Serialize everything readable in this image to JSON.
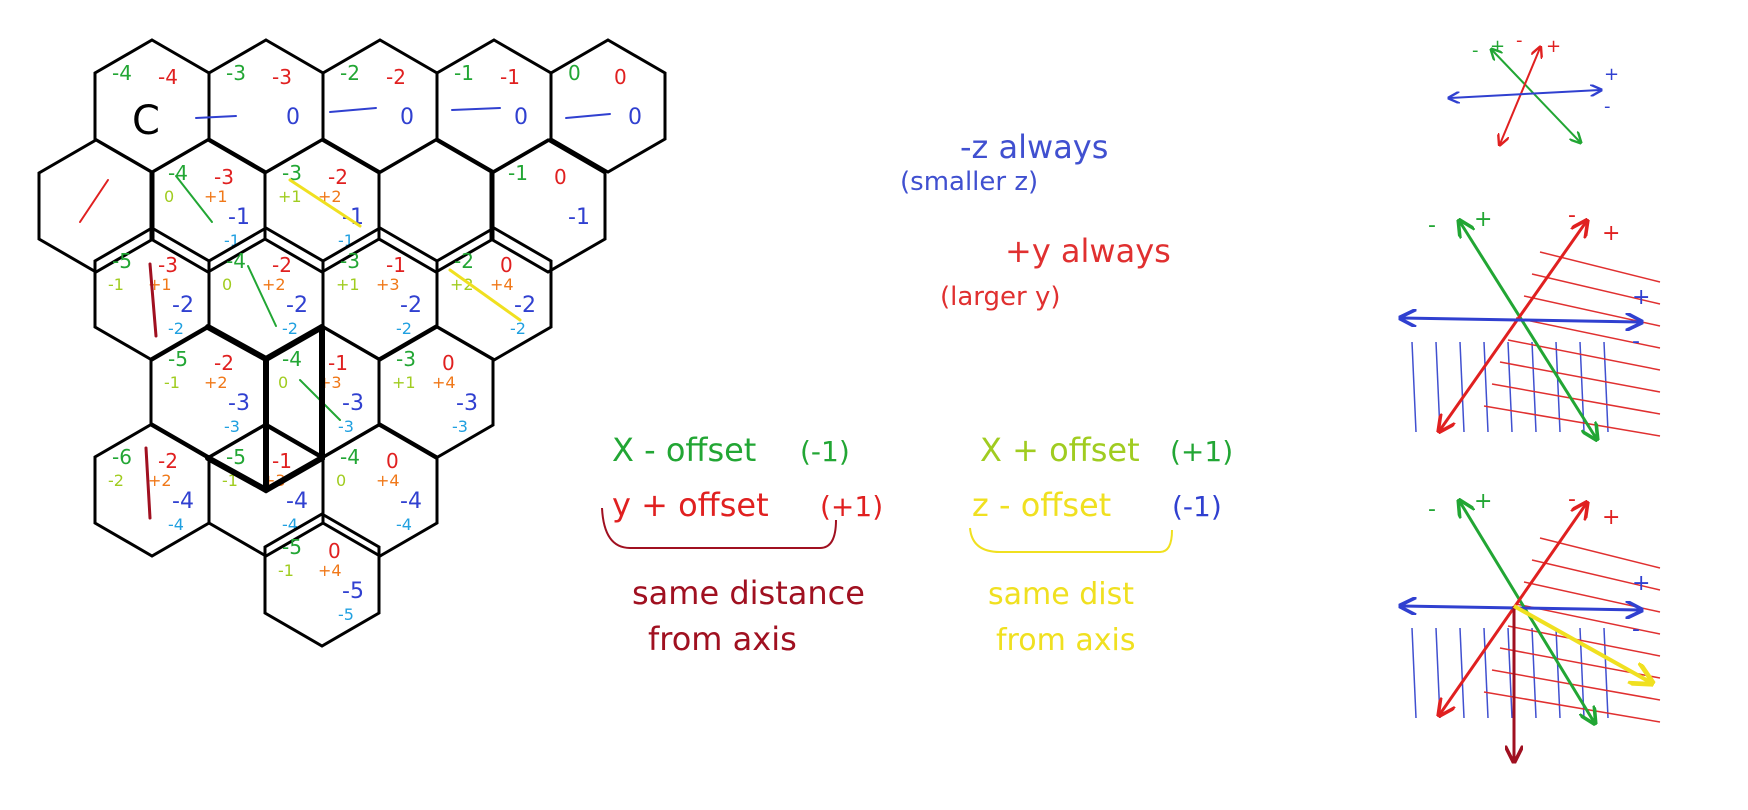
{
  "colors": {
    "x_axis": "#22a634",
    "y_axis": "#e02020",
    "z_axis": "#3040d0",
    "ink": "#000000",
    "orange": "#f07818",
    "yellowgreen": "#a0cc20",
    "cyan": "#20a0e0",
    "darkred": "#a01020",
    "yellow": "#f0e020",
    "rule_blue": "#4050d0",
    "rule_red": "#e03030"
  },
  "hex_grid": {
    "center_label": "C",
    "cells": [
      {
        "id": "r0c0",
        "x": "-4",
        "y": "-4",
        "z": ""
      },
      {
        "id": "r0c1",
        "x": "-3",
        "y": "-3",
        "z": "0"
      },
      {
        "id": "r0c2",
        "x": "-2",
        "y": "-2",
        "z": "0"
      },
      {
        "id": "r0c3",
        "x": "-1",
        "y": "-1",
        "z": "0"
      },
      {
        "id": "r0c4",
        "x": "0",
        "y": "0",
        "z": "0"
      },
      {
        "id": "r1c0",
        "x": "",
        "y": "",
        "z": ""
      },
      {
        "id": "r1c1",
        "x": "-4",
        "y": "-3",
        "z": "-1",
        "extra": [
          {
            "t": "0",
            "c": "yellowgreen"
          },
          {
            "t": "+1",
            "c": "orange"
          },
          {
            "t": "-1",
            "c": "cyan"
          }
        ]
      },
      {
        "id": "r1c2",
        "x": "-3",
        "y": "-2",
        "z": "-1",
        "extra": [
          {
            "t": "+1",
            "c": "yellowgreen"
          },
          {
            "t": "+2",
            "c": "orange"
          },
          {
            "t": "-1",
            "c": "cyan"
          }
        ]
      },
      {
        "id": "r1c3",
        "x": "",
        "y": "",
        "z": ""
      },
      {
        "id": "r1c4",
        "x": "-1",
        "y": "0",
        "z": "-1"
      },
      {
        "id": "r2c0",
        "x": "-5",
        "y": "-3",
        "z": "-2",
        "extra": [
          {
            "t": "-1",
            "c": "yellowgreen"
          },
          {
            "t": "+1",
            "c": "orange"
          },
          {
            "t": "-2",
            "c": "cyan"
          }
        ]
      },
      {
        "id": "r2c1",
        "x": "-4",
        "y": "-2",
        "z": "-2",
        "extra": [
          {
            "t": "0",
            "c": "yellowgreen"
          },
          {
            "t": "+2",
            "c": "orange"
          },
          {
            "t": "-2",
            "c": "cyan"
          }
        ]
      },
      {
        "id": "r2c2",
        "x": "-3",
        "y": "-1",
        "z": "-2",
        "extra": [
          {
            "t": "+1",
            "c": "yellowgreen"
          },
          {
            "t": "+3",
            "c": "orange"
          },
          {
            "t": "-2",
            "c": "cyan"
          }
        ]
      },
      {
        "id": "r2c3",
        "x": "-2",
        "y": "0",
        "z": "-2",
        "extra": [
          {
            "t": "+2",
            "c": "yellowgreen"
          },
          {
            "t": "+4",
            "c": "orange"
          },
          {
            "t": "-2",
            "c": "cyan"
          }
        ]
      },
      {
        "id": "r3c0",
        "x": "-5",
        "y": "-2",
        "z": "-3",
        "extra": [
          {
            "t": "-1",
            "c": "yellowgreen"
          },
          {
            "t": "+2",
            "c": "orange"
          },
          {
            "t": "-3",
            "c": "cyan"
          }
        ]
      },
      {
        "id": "r3c1",
        "x": "-4",
        "y": "-1",
        "z": "-3",
        "extra": [
          {
            "t": "0",
            "c": "yellowgreen"
          },
          {
            "t": "+3",
            "c": "orange"
          },
          {
            "t": "-3",
            "c": "cyan"
          }
        ]
      },
      {
        "id": "r3c2",
        "x": "-3",
        "y": "0",
        "z": "-3",
        "extra": [
          {
            "t": "+1",
            "c": "yellowgreen"
          },
          {
            "t": "+4",
            "c": "orange"
          },
          {
            "t": "-3",
            "c": "cyan"
          }
        ]
      },
      {
        "id": "r4c0",
        "x": "-6",
        "y": "-2",
        "z": "-4",
        "extra": [
          {
            "t": "-2",
            "c": "yellowgreen"
          },
          {
            "t": "+2",
            "c": "orange"
          },
          {
            "t": "-4",
            "c": "cyan"
          }
        ]
      },
      {
        "id": "r4c1",
        "x": "-5",
        "y": "-1",
        "z": "-4",
        "extra": [
          {
            "t": "-1",
            "c": "yellowgreen"
          },
          {
            "t": "+3",
            "c": "orange"
          },
          {
            "t": "-4",
            "c": "cyan"
          }
        ]
      },
      {
        "id": "r4c2",
        "x": "-4",
        "y": "0",
        "z": "-4",
        "extra": [
          {
            "t": "0",
            "c": "yellowgreen"
          },
          {
            "t": "+4",
            "c": "orange"
          },
          {
            "t": "-4",
            "c": "cyan"
          }
        ]
      },
      {
        "id": "r5c0",
        "x": "-5",
        "y": "0",
        "z": "-5",
        "extra": [
          {
            "t": "-1",
            "c": "yellowgreen"
          },
          {
            "t": "+4",
            "c": "orange"
          },
          {
            "t": "-5",
            "c": "cyan"
          }
        ]
      }
    ]
  },
  "notes": {
    "z_rule_line1": "-z  always",
    "z_rule_line2": "(smaller z)",
    "y_rule_line1": "+y  always",
    "y_rule_line2": "(larger y)",
    "left_x_offset": "X - offset",
    "left_x_offset_val": "(-1)",
    "left_y_offset": "y + offset",
    "left_y_offset_val": "(+1)",
    "left_same_line1": "same distance",
    "left_same_line2": "from axis",
    "right_x_offset": "X + offset",
    "right_x_offset_val": "(+1)",
    "right_z_offset": "z - offset",
    "right_z_offset_val": "(-1)",
    "right_same_line1": "same dist",
    "right_same_line2": "from axis"
  },
  "axis_signs": {
    "plus": "+",
    "minus": "-"
  }
}
